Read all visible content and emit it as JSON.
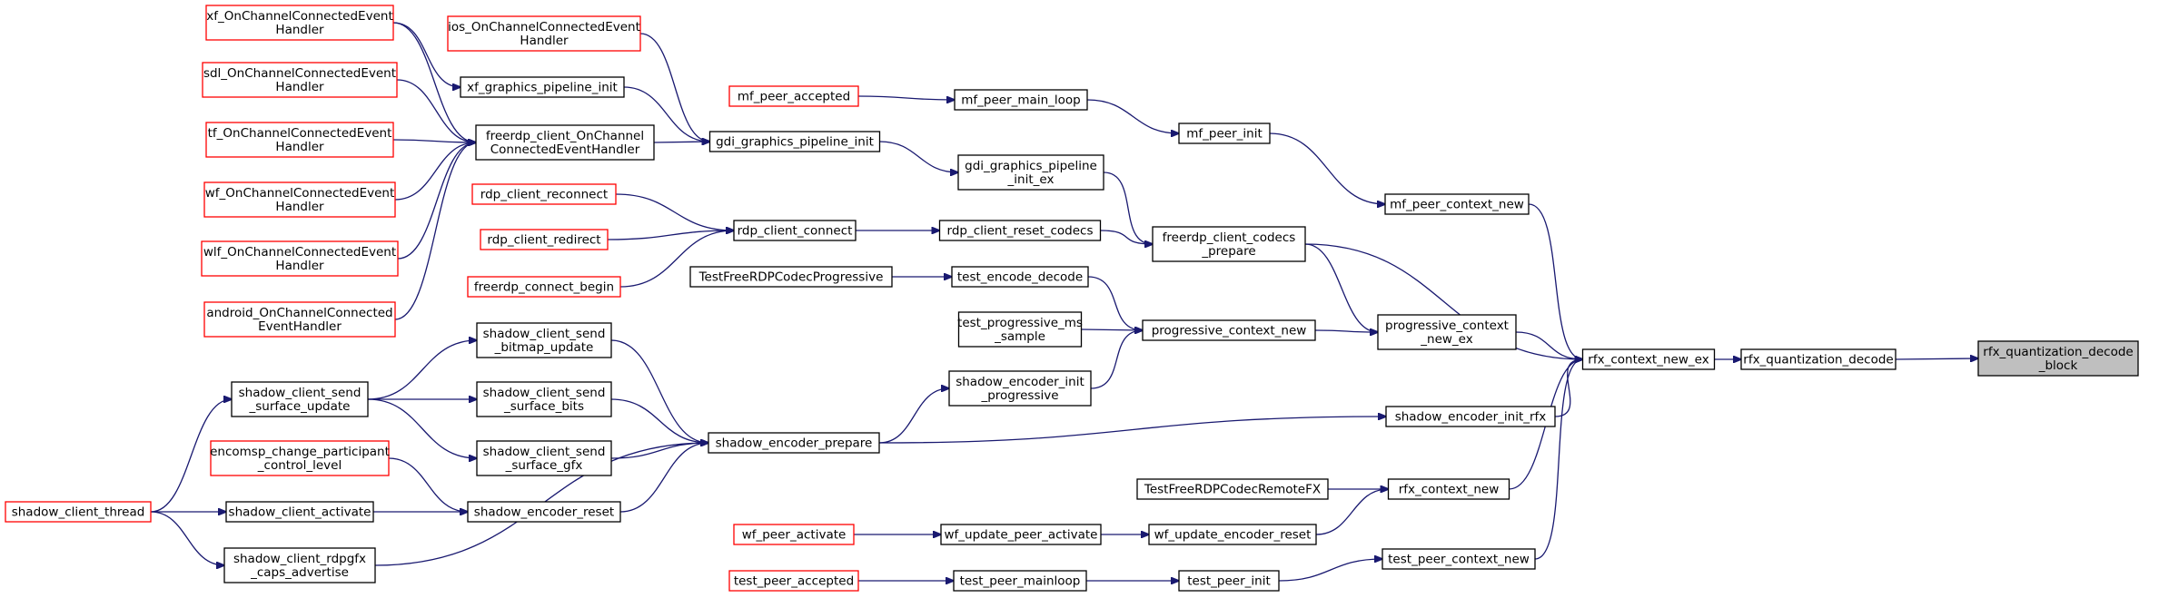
{
  "colors": {
    "edge": "#191970",
    "incomplete_border": "#ff0000",
    "normal_border": "#000000",
    "selected_fill": "#bfbfbf"
  },
  "nodes": {
    "target": {
      "lines": [
        "rfx_quantization_decode",
        "_block"
      ]
    },
    "rqd": {
      "lines": [
        "rfx_quantization_decode"
      ]
    },
    "rcne": {
      "lines": [
        "rfx_context_new_ex"
      ]
    },
    "mfpcn": {
      "lines": [
        "mf_peer_context_new"
      ]
    },
    "fcp": {
      "lines": [
        "freerdp_client_codecs",
        "_prepare"
      ]
    },
    "pcnex": {
      "lines": [
        "progressive_context",
        "_new_ex"
      ]
    },
    "seirfx": {
      "lines": [
        "shadow_encoder_init_rfx"
      ]
    },
    "rcn": {
      "lines": [
        "rfx_context_new"
      ]
    },
    "tpcn": {
      "lines": [
        "test_peer_context_new"
      ]
    },
    "mfpi": {
      "lines": [
        "mf_peer_init"
      ]
    },
    "mfpml": {
      "lines": [
        "mf_peer_main_loop"
      ]
    },
    "mfpa": {
      "lines": [
        "mf_peer_accepted"
      ]
    },
    "ggpie": {
      "lines": [
        "gdi_graphics_pipeline",
        "_init_ex"
      ]
    },
    "ggpi": {
      "lines": [
        "gdi_graphics_pipeline_init"
      ]
    },
    "xfgpi": {
      "lines": [
        "xf_graphics_pipeline_init"
      ]
    },
    "fcocceh": {
      "lines": [
        "freerdp_client_OnChannel",
        "ConnectedEventHandler"
      ]
    },
    "xfocceh": {
      "lines": [
        "xf_OnChannelConnectedEvent",
        "Handler"
      ]
    },
    "iosocceh": {
      "lines": [
        "ios_OnChannelConnectedEvent",
        "Handler"
      ]
    },
    "sdlocceh": {
      "lines": [
        "sdl_OnChannelConnectedEvent",
        "Handler"
      ]
    },
    "tfocceh": {
      "lines": [
        "tf_OnChannelConnectedEvent",
        "Handler"
      ]
    },
    "wfocceh": {
      "lines": [
        "wf_OnChannelConnectedEvent",
        "Handler"
      ]
    },
    "wlfocceh": {
      "lines": [
        "wlf_OnChannelConnectedEvent",
        "Handler"
      ]
    },
    "andocceh": {
      "lines": [
        "android_OnChannelConnected",
        "EventHandler"
      ]
    },
    "rcrc": {
      "lines": [
        "rdp_client_reset_codecs"
      ]
    },
    "rcc": {
      "lines": [
        "rdp_client_connect"
      ]
    },
    "rcrecon": {
      "lines": [
        "rdp_client_reconnect"
      ]
    },
    "rcredir": {
      "lines": [
        "rdp_client_redirect"
      ]
    },
    "fcb": {
      "lines": [
        "freerdp_connect_begin"
      ]
    },
    "pcn": {
      "lines": [
        "progressive_context_new"
      ]
    },
    "ted": {
      "lines": [
        "test_encode_decode"
      ]
    },
    "tfrcp": {
      "lines": [
        "TestFreeRDPCodecProgressive"
      ]
    },
    "tpms": {
      "lines": [
        "test_progressive_ms",
        "_sample"
      ]
    },
    "seip": {
      "lines": [
        "shadow_encoder_init",
        "_progressive"
      ]
    },
    "sep": {
      "lines": [
        "shadow_encoder_prepare"
      ]
    },
    "scsbu": {
      "lines": [
        "shadow_client_send",
        "_bitmap_update"
      ]
    },
    "scssb": {
      "lines": [
        "shadow_client_send",
        "_surface_bits"
      ]
    },
    "scssg": {
      "lines": [
        "shadow_client_send",
        "_surface_gfx"
      ]
    },
    "scssu": {
      "lines": [
        "shadow_client_send",
        "_surface_update"
      ]
    },
    "ser": {
      "lines": [
        "shadow_encoder_reset"
      ]
    },
    "ecpcl": {
      "lines": [
        "encomsp_change_participant",
        "_control_level"
      ]
    },
    "sca": {
      "lines": [
        "shadow_client_activate"
      ]
    },
    "sct": {
      "lines": [
        "shadow_client_thread"
      ]
    },
    "scrca": {
      "lines": [
        "shadow_client_rdpgfx",
        "_caps_advertise"
      ]
    },
    "tfrcrfx": {
      "lines": [
        "TestFreeRDPCodecRemoteFX"
      ]
    },
    "wfuer": {
      "lines": [
        "wf_update_encoder_reset"
      ]
    },
    "wfupa": {
      "lines": [
        "wf_update_peer_activate"
      ]
    },
    "wfpa": {
      "lines": [
        "wf_peer_activate"
      ]
    },
    "tpi": {
      "lines": [
        "test_peer_init"
      ]
    },
    "tpml": {
      "lines": [
        "test_peer_mainloop"
      ]
    },
    "tpa": {
      "lines": [
        "test_peer_accepted"
      ]
    }
  }
}
